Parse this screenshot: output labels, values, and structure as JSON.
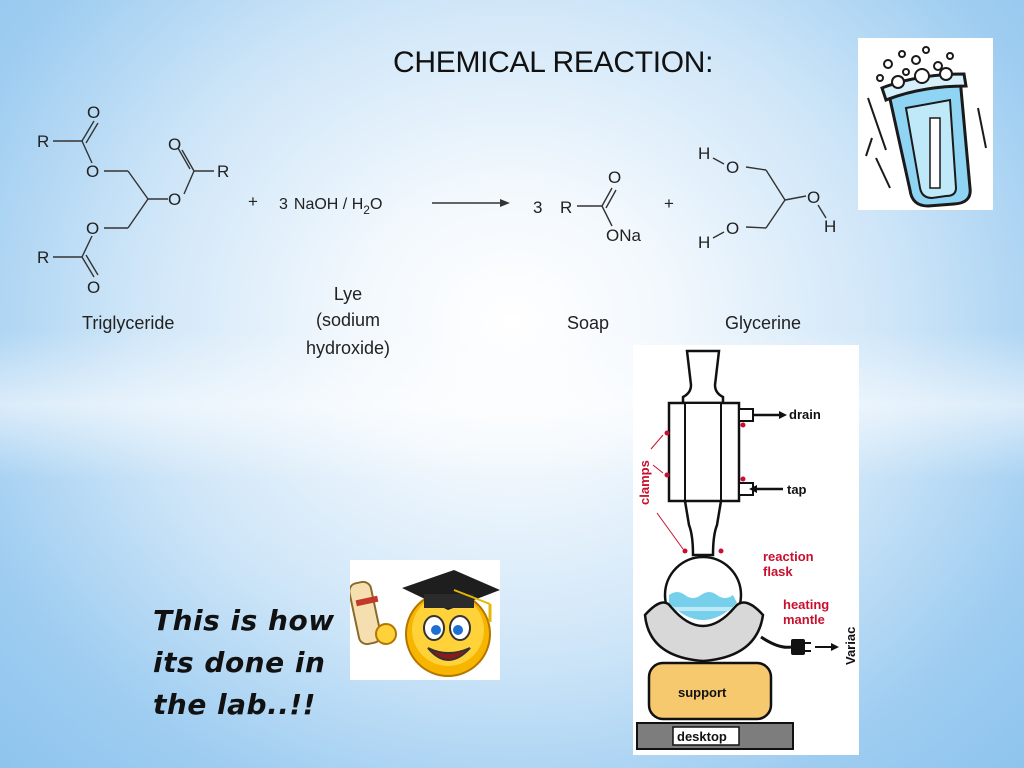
{
  "slide": {
    "title": "CHEMICAL REACTION:",
    "caption_lines": [
      "This is how",
      "its done in",
      "the lab..!!"
    ]
  },
  "reaction": {
    "reagent": {
      "coef": "3",
      "formula_prefix": "NaOH / H",
      "subscript": "2",
      "formula_suffix": "O"
    },
    "product_coef": "3",
    "plus": "+",
    "atoms": {
      "R": "R",
      "O": "O",
      "H": "H",
      "ONa": "ONa"
    },
    "labels": {
      "triglyceride": "Triglyceride",
      "lye": [
        "Lye",
        "(sodium",
        "hydroxide)"
      ],
      "soap": "Soap",
      "glycerine": "Glycerine"
    }
  },
  "apparatus": {
    "drain": "drain",
    "tap": "tap",
    "clamps": "clamps",
    "reaction_flask": [
      "reaction",
      "flask"
    ],
    "heating_mantle": [
      "heating",
      "mantle"
    ],
    "variac": "Variac",
    "support": "support",
    "desktop": "desktop"
  },
  "colors": {
    "background": "#cfe6f8",
    "label_red": "#c8102e",
    "support_orange": "#f6c96f",
    "water_blue": "#5fc8e8"
  },
  "icons": [
    "test-tube-icon",
    "graduate-smiley-icon",
    "lab-apparatus-diagram"
  ]
}
